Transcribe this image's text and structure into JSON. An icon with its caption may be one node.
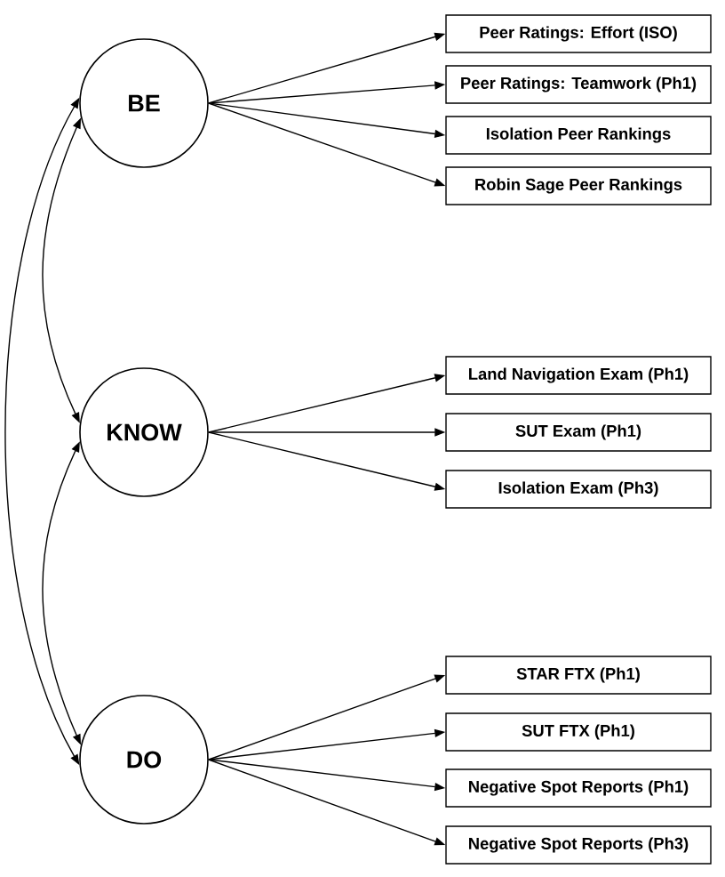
{
  "diagram": {
    "nodes": [
      {
        "text": [
          "BE"
        ]
      },
      {
        "text": [
          "Peer Ratings: Effort (ISO)"
        ]
      },
      {
        "text": [
          "Peer Ratings: Teamwork (Ph1)"
        ]
      },
      {
        "text": [
          "Isolation Peer Rankings"
        ]
      },
      {
        "text": [
          "Robin Sage Peer Rankings"
        ]
      },
      {
        "text": [
          "KNOW"
        ]
      },
      {
        "text": [
          "Land Navigation Exam (Ph1)"
        ]
      },
      {
        "text": [
          "SUT Exam (Ph1)"
        ]
      },
      {
        "text": [
          "Isolation Exam (Ph3)"
        ]
      },
      {
        "text": [
          "DO"
        ]
      },
      {
        "text": [
          "STAR FTX (Ph1)"
        ]
      },
      {
        "text": [
          "SUT FTX (Ph1)"
        ]
      },
      {
        "text": [
          "Negative Spot Reports (Ph1)"
        ]
      },
      {
        "text": [
          "Negative Spot Reports (Ph3)"
        ]
      }
    ],
    "edges": [
      {
        "from": 0,
        "to": 1,
        "arrow": "to"
      },
      {
        "from": 0,
        "to": 2,
        "arrow": "to"
      },
      {
        "from": 0,
        "to": 3,
        "arrow": "to"
      },
      {
        "from": 0,
        "to": 4,
        "arrow": "to"
      },
      {
        "from": 5,
        "to": 6,
        "arrow": "to"
      },
      {
        "from": 5,
        "to": 7,
        "arrow": "to"
      },
      {
        "from": 5,
        "to": 8,
        "arrow": "to"
      },
      {
        "from": 9,
        "to": 10,
        "arrow": "to"
      },
      {
        "from": 9,
        "to": 11,
        "arrow": "to"
      },
      {
        "from": 9,
        "to": 12,
        "arrow": "to"
      },
      {
        "from": 9,
        "to": 13,
        "arrow": "to"
      },
      {
        "from": 0,
        "to": 5,
        "arrow": "both"
      },
      {
        "from": 5,
        "to": 9,
        "arrow": "both"
      },
      {
        "from": 0,
        "to": 9,
        "arrow": "both"
      }
    ]
  }
}
